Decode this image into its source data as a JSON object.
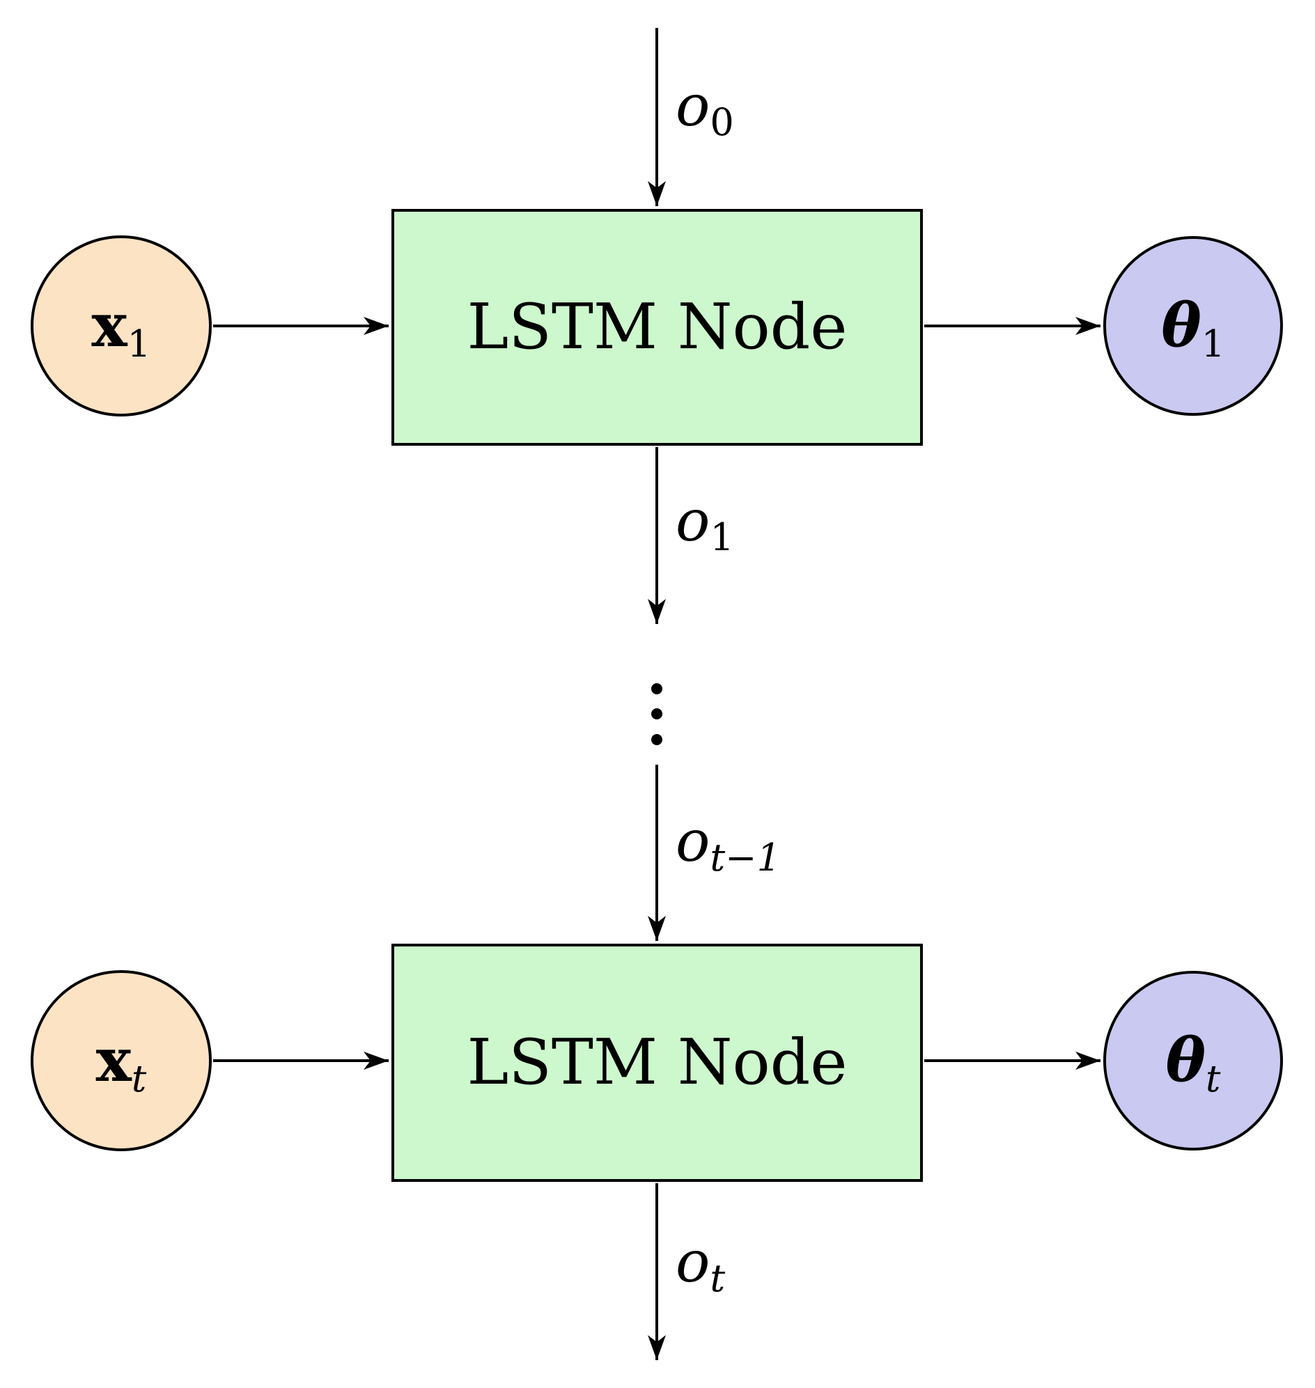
{
  "diagram": {
    "type": "flow-diagram",
    "boxes": {
      "lstm1": {
        "label": "LSTM Node"
      },
      "lstm2": {
        "label": "LSTM Node"
      }
    },
    "nodes": {
      "x1": {
        "base": "x",
        "sub": "1"
      },
      "theta1": {
        "base": "θ",
        "sub": "1"
      },
      "xt": {
        "base": "x",
        "sub": "t"
      },
      "thetat": {
        "base": "θ",
        "sub": "t"
      }
    },
    "edge_labels": {
      "o0": {
        "base": "o",
        "sub": "0"
      },
      "o1": {
        "base": "o",
        "sub": "1"
      },
      "ot_minus_1": {
        "base": "o",
        "sub": "t−1"
      },
      "ot": {
        "base": "o",
        "sub": "t"
      }
    },
    "ellipsis": "⋮",
    "colors": {
      "lstm_box_fill": "#cdf8cd",
      "input_node_fill": "#fce3c4",
      "output_node_fill": "#c9c9f1",
      "stroke": "#000000",
      "background": "#ffffff"
    }
  }
}
